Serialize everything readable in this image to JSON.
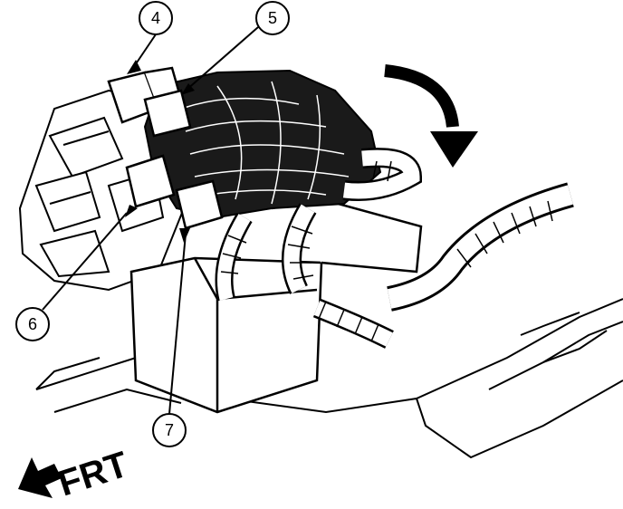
{
  "callouts": [
    {
      "id": "4",
      "label": "4"
    },
    {
      "id": "5",
      "label": "5"
    },
    {
      "id": "6",
      "label": "6"
    },
    {
      "id": "7",
      "label": "7"
    }
  ],
  "direction_label": "FRT",
  "colors": {
    "ink": "#000000",
    "paper": "#ffffff"
  }
}
